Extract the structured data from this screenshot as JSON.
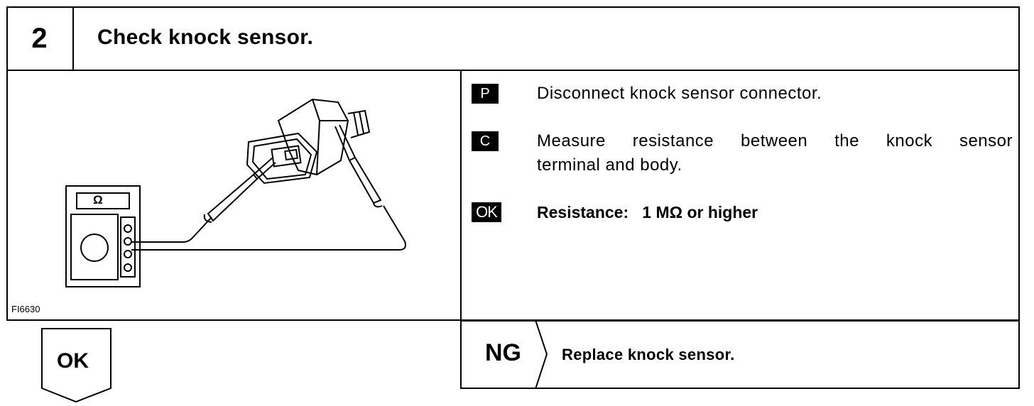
{
  "step": {
    "number": "2",
    "title": "Check knock sensor."
  },
  "figure": {
    "code": "FI6630",
    "meter_symbol": "Ω"
  },
  "procedure": {
    "prepare": {
      "badge": "P",
      "text": "Disconnect knock sensor connector."
    },
    "check": {
      "badge": "C",
      "text_line1": "Measure resistance between the knock sensor",
      "text_line2": "terminal and body."
    },
    "ok": {
      "badge": "OK",
      "text": "Resistance:   1 MΩ or higher"
    }
  },
  "result": {
    "ok_label": "OK",
    "ng_label": "NG",
    "ng_action": "Replace knock sensor."
  }
}
